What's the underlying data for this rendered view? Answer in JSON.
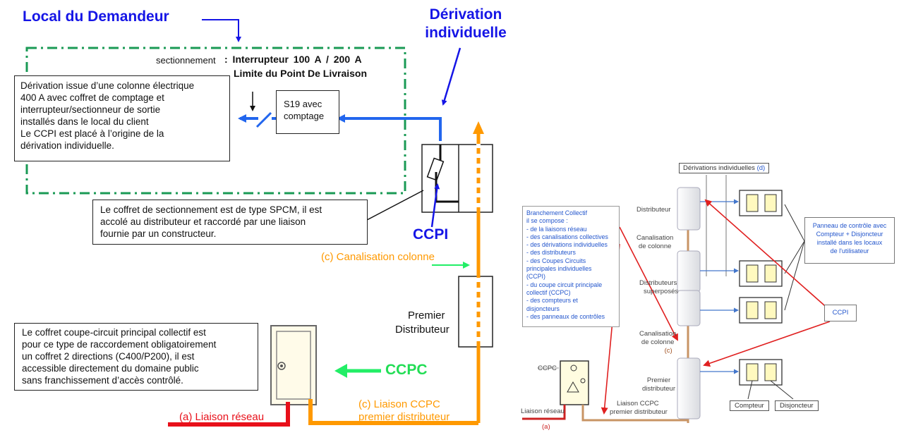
{
  "left": {
    "local_title": "Local du Demandeur",
    "derivation_title": [
      "Dérivation",
      "individuelle"
    ],
    "sectionnement_label": "sectionnement",
    "sectionnement_value": ": Interrupteur 100 A / 200 A",
    "limite": "Limite du Point De Livraison",
    "s19": [
      "S19 avec",
      "comptage"
    ],
    "info_text": [
      "Dérivation issue d’une colonne électrique",
      "400 A avec coffret de comptage et",
      "interrupteur/sectionneur de sortie",
      "installés dans le local du client",
      "Le CCPI est placé à l’origine de la",
      "dérivation individuelle."
    ],
    "spcm_text": [
      "Le coffret de sectionnement est de type SPCM, il est",
      "accolé au distributeur et raccordé par une liaison",
      "fournie par un constructeur."
    ],
    "ccpi": "CCPI",
    "canalisation": "(c) Canalisation colonne",
    "premier": [
      "Premier",
      "Distributeur"
    ],
    "ccpc_text": [
      "Le coffret coupe-circuit principal collectif est",
      "pour ce type de raccordement obligatoirement",
      "un coffret 2 directions (C400/P200), il est",
      "accessible directement du domaine public",
      "sans franchissement d’accès contrôlé."
    ],
    "ccpc": "CCPC",
    "liaison_reseau": "(a) Liaison réseau",
    "liaison_ccpc": [
      "(c) Liaison CCPC",
      "premier distributeur"
    ]
  },
  "right": {
    "derivations": "Dérivations individuelles",
    "derivations_ref": "(d)",
    "distributeur": "Distributeur",
    "canal1": [
      "Canalisation",
      "de colonne"
    ],
    "dist_super": [
      "Distributeurs",
      "superposés"
    ],
    "canal2": [
      "Canalisation",
      "de colonne"
    ],
    "c_ref": "(c)",
    "premier": [
      "Premier",
      "distributeur"
    ],
    "ccpc": "CCPC",
    "liaison_reseau": "Liaison réseau",
    "a_ref": "(a)",
    "liaison_ccpc": [
      "Liaison CCPC",
      "premier distributeur"
    ],
    "compteur": "Compteur",
    "disjoncteur": "Disjoncteur",
    "ccpi": "CCPI",
    "panneau_text": [
      "Panneau de contrôle avec",
      "Compteur + Disjoncteur",
      "installé dans les locaux",
      "de l'utilisateur"
    ],
    "branchement_text": [
      "Branchement Collectif",
      "il se compose :",
      "- de la liaisons réseau",
      "- des canalisations collectives",
      "- des dérivations individuelles",
      "- des distributeurs",
      "- des Coupes Circuits",
      "principales individuelles",
      "(CCPI)",
      "- du coupe circuit principale",
      "collectif (CCPC)",
      "- des compteurs et",
      "disjoncteurs",
      "- des panneaux de contrôles"
    ]
  },
  "colors": {
    "blue_title": "#1515e6",
    "green": "#1a9a55",
    "orange": "#ff9900",
    "red": "#e8101a",
    "bright_green": "#22ee66",
    "arrow_red": "#e02020",
    "right_blue": "#2255cc"
  }
}
